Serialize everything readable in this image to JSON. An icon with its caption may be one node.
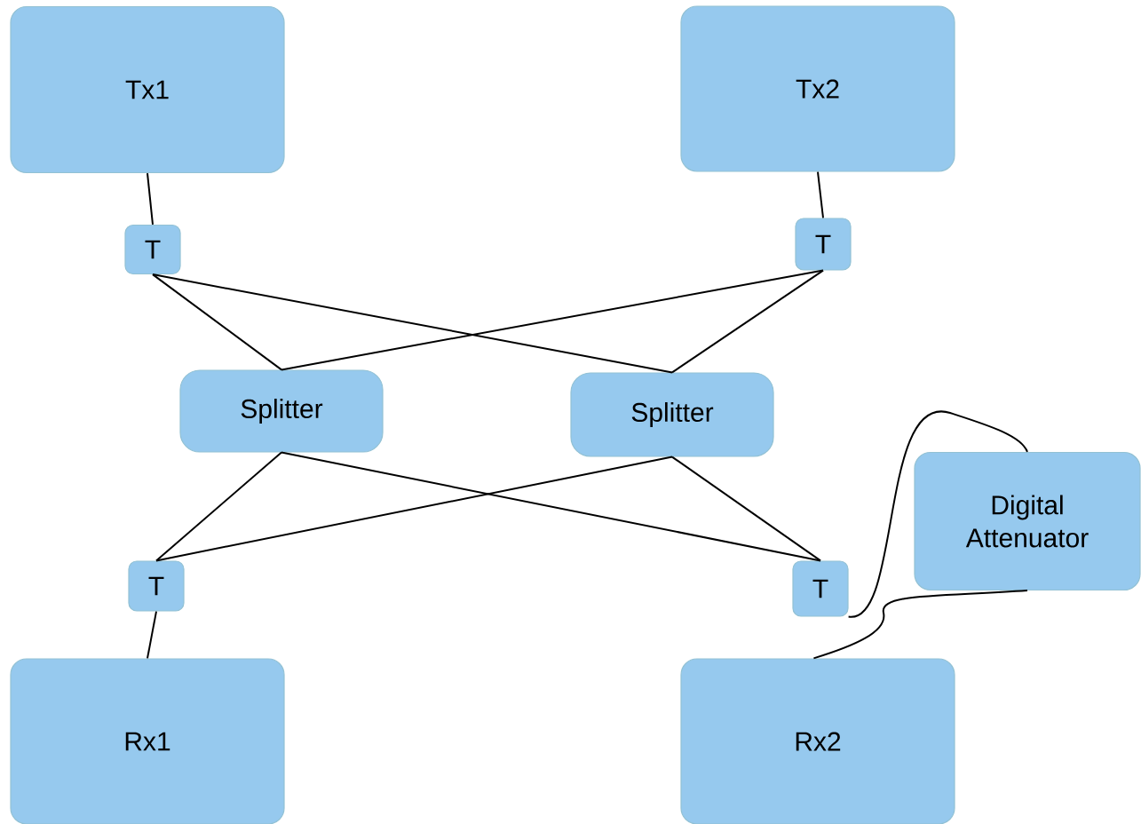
{
  "diagram": {
    "nodes": [
      {
        "text": [
          "Tx1"
        ]
      },
      {
        "text": [
          "Tx2"
        ]
      },
      {
        "text": [
          "T"
        ]
      },
      {
        "text": [
          "T"
        ]
      },
      {
        "text": [
          "Splitter"
        ]
      },
      {
        "text": [
          "Splitter"
        ]
      },
      {
        "text": [
          "T"
        ]
      },
      {
        "text": [
          "T"
        ]
      },
      {
        "text": [
          "Digital Attenuator"
        ]
      },
      {
        "text": [
          "Rx1"
        ]
      },
      {
        "text": [
          "Rx2"
        ]
      }
    ],
    "edges": [
      {
        "from": 0,
        "to": 2,
        "arrow": "none"
      },
      {
        "from": 1,
        "to": 3,
        "arrow": "none"
      },
      {
        "from": 2,
        "to": 4,
        "arrow": "none"
      },
      {
        "from": 2,
        "to": 5,
        "arrow": "none"
      },
      {
        "from": 3,
        "to": 4,
        "arrow": "none"
      },
      {
        "from": 3,
        "to": 5,
        "arrow": "none"
      },
      {
        "from": 4,
        "to": 6,
        "arrow": "none"
      },
      {
        "from": 4,
        "to": 7,
        "arrow": "none"
      },
      {
        "from": 5,
        "to": 6,
        "arrow": "none"
      },
      {
        "from": 5,
        "to": 7,
        "arrow": "none"
      },
      {
        "from": 6,
        "to": 9,
        "arrow": "none"
      },
      {
        "from": 7,
        "to": 8,
        "arrow": "none"
      },
      {
        "from": 8,
        "to": 10,
        "arrow": "none"
      }
    ]
  }
}
